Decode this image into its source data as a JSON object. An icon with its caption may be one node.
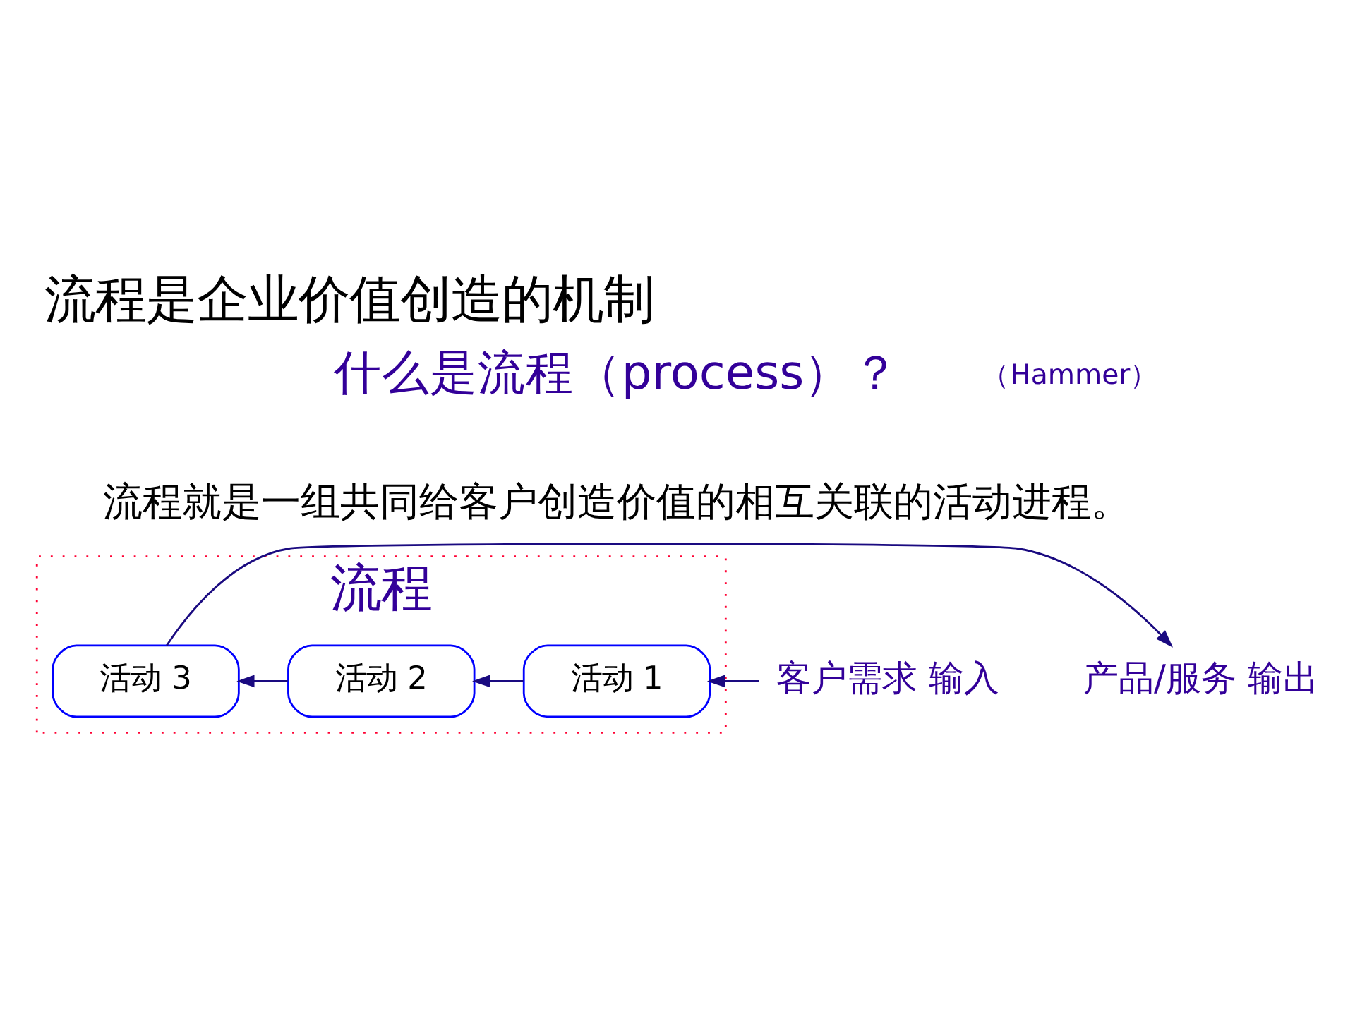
{
  "diagram": {
    "title": "流程是企业价值创造的机制",
    "nodes": [
      {
        "text": [
          "流程"
        ]
      },
      {
        "text": [
          "客户需求 输入"
        ]
      },
      {
        "text": [
          "活动 1"
        ],
        "in": 0
      },
      {
        "text": [
          "活动 2"
        ],
        "in": 0
      },
      {
        "text": [
          "活动 3"
        ],
        "in": 0
      },
      {
        "text": [
          "产品/服务 输出"
        ]
      }
    ],
    "edges": [
      {
        "from": 1,
        "to": 2,
        "arrow": "to"
      },
      {
        "from": 2,
        "to": 3,
        "arrow": "to"
      },
      {
        "from": 3,
        "to": 4,
        "arrow": "to"
      },
      {
        "from": 4,
        "to": 5,
        "arrow": "to"
      }
    ],
    "labels": [
      "什么是流程（process）？",
      "（Hammer）",
      "流程就是一组共同给客户创造价值的相互关联的活动进程。"
    ]
  }
}
